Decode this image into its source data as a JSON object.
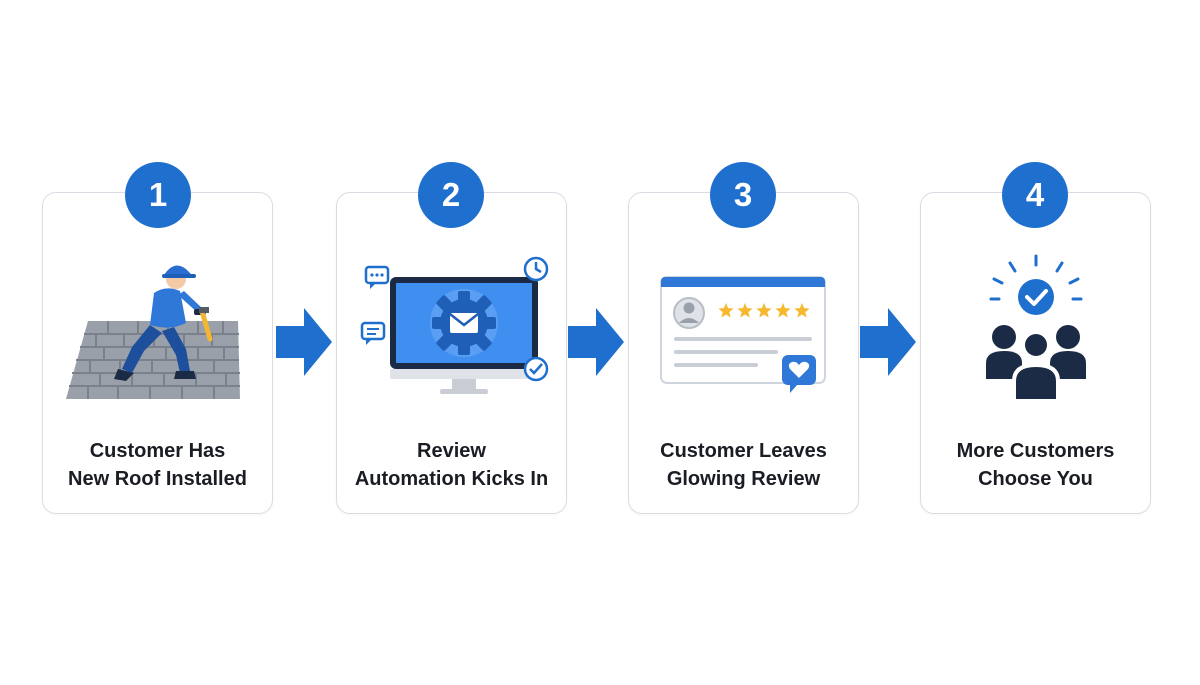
{
  "steps": [
    {
      "number": "1",
      "line1": "Customer Has",
      "line2": "New Roof Installed",
      "icon": "roofer-icon"
    },
    {
      "number": "2",
      "line1": "Review",
      "line2": "Automation Kicks In",
      "icon": "monitor-automation-icon"
    },
    {
      "number": "3",
      "line1": "Customer Leaves",
      "line2": "Glowing Review",
      "icon": "review-card-icon"
    },
    {
      "number": "4",
      "line1": "More Customers",
      "line2": "Choose You",
      "icon": "customers-group-icon"
    }
  ],
  "review": {
    "stars": 5
  },
  "colors": {
    "accent": "#1f6fce",
    "navy": "#1c2b45",
    "star": "#f5b82e",
    "border": "#d9dde3"
  }
}
